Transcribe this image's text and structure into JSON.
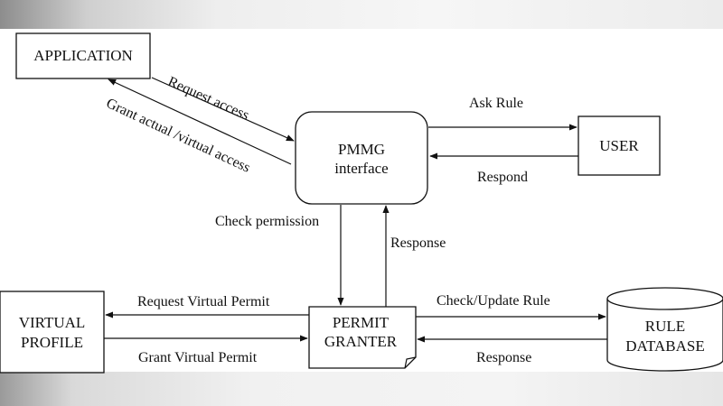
{
  "nodes": {
    "application": "APPLICATION",
    "pmmg_line1": "PMMG",
    "pmmg_line2": "interface",
    "user": "USER",
    "virtual_profile_line1": "VIRTUAL",
    "virtual_profile_line2": "PROFILE",
    "permit_granter_line1": "PERMIT",
    "permit_granter_line2": "GRANTER",
    "rule_database_line1": "RULE",
    "rule_database_line2": "DATABASE"
  },
  "edges": {
    "request_access": "Request access",
    "grant_access": "Grant actual /virtual access",
    "ask_rule": "Ask Rule",
    "respond": "Respond",
    "check_permission": "Check permission",
    "response_up": "Response",
    "request_virtual_permit": "Request Virtual Permit",
    "grant_virtual_permit": "Grant Virtual Permit",
    "check_update_rule": "Check/Update Rule",
    "response_db": "Response"
  }
}
